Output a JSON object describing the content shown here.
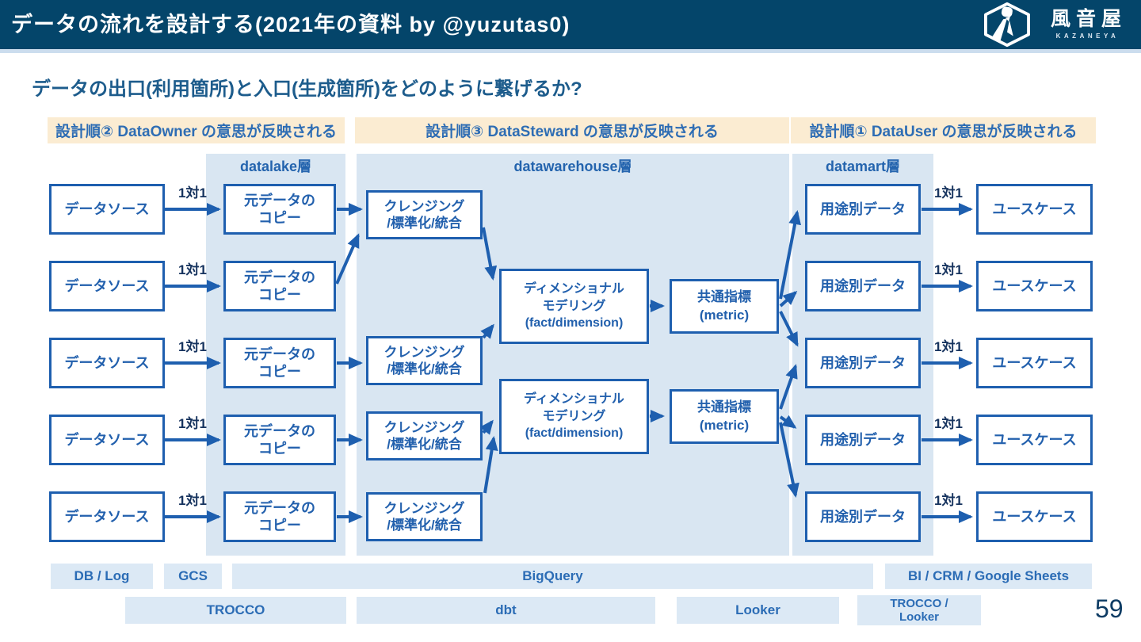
{
  "header": {
    "title": "データの流れを設計する(2021年の資料 by @yuzutas0)",
    "logo": {
      "name": "風音屋",
      "romaji": "KAZANEYA"
    }
  },
  "subtitle": "データの出口(利用箇所)と入口(生成箇所)をどのように繋げるか?",
  "sections": [
    "設計順② DataOwner の意思が反映される",
    "設計順③ DataSteward の意思が反映される",
    "設計順① DataUser の意思が反映される"
  ],
  "layers": [
    "datalake層",
    "datawarehouse層",
    "datamart層"
  ],
  "nodes": {
    "source": "データソース",
    "raw_copy": "元データの\nコピー",
    "cleansing": "クレンジング\n/標準化/統合",
    "modeling": "ディメンショナル\nモデリング\n(fact/dimension)",
    "metric": "共通指標\n(metric)",
    "mart": "用途別データ",
    "usecase": "ユースケース"
  },
  "relation_label": "1対1",
  "footer": {
    "row1": [
      "DB / Log",
      "GCS",
      "BigQuery",
      "BI / CRM / Google Sheets"
    ],
    "row2": [
      "TROCCO",
      "dbt",
      "Looker",
      "TROCCO /\nLooker"
    ]
  },
  "page_number": "59",
  "colors": {
    "header_bg": "#04456a",
    "accent_blue": "#1e5faf",
    "panel_bg": "#d9e6f2",
    "section_bg": "#fbecd2",
    "bar_bg": "#dce9f5",
    "dark_navy": "#16335e",
    "subtitle_blue": "#1d5c8c"
  }
}
